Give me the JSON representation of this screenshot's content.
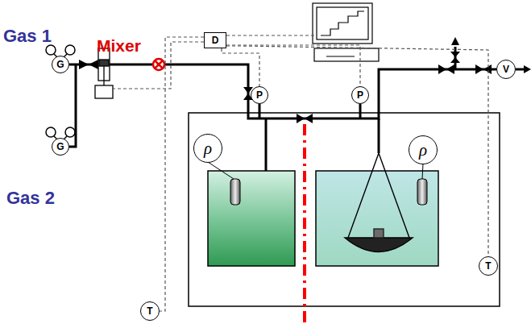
{
  "diagram": {
    "nodes": [
      {
        "text": [
          "G"
        ]
      },
      {
        "text": [
          "G"
        ]
      },
      {
        "text": [
          "D"
        ]
      },
      {
        "text": [
          "P"
        ]
      },
      {
        "text": [
          "P"
        ]
      },
      {
        "text": [
          "V"
        ]
      },
      {
        "text": [
          "ρ"
        ]
      },
      {
        "text": [
          "ρ"
        ]
      },
      {
        "text": [
          "T"
        ]
      },
      {
        "text": [
          "T"
        ]
      }
    ],
    "edges": [
      {
        "from": 2,
        "to": 3,
        "arrow": "none"
      },
      {
        "from": 2,
        "to": 4,
        "arrow": "none"
      },
      {
        "from": 2,
        "to": 8,
        "arrow": "none"
      },
      {
        "from": 2,
        "to": 9,
        "arrow": "none"
      }
    ],
    "labels": [
      "Gas 1",
      "Gas 2",
      "Mixer"
    ]
  }
}
